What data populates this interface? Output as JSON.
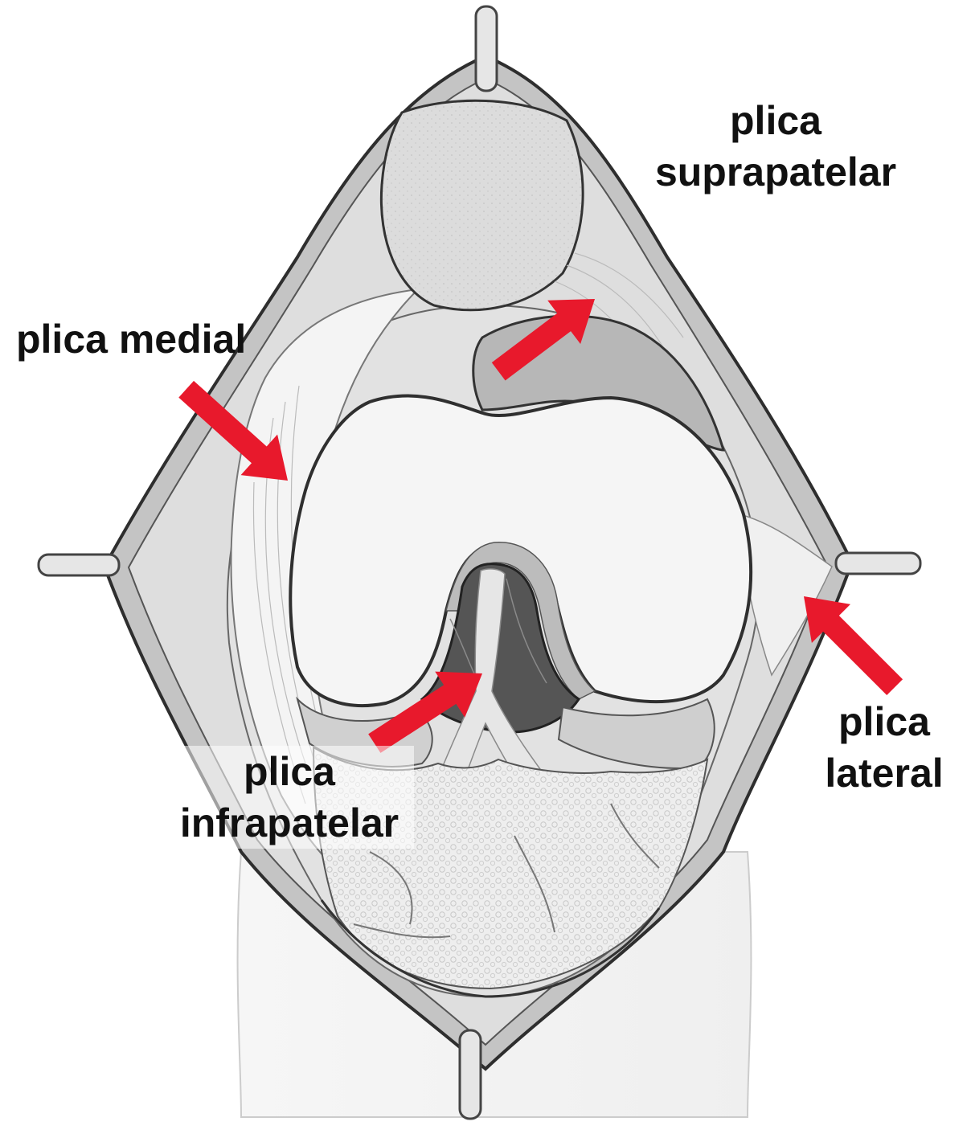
{
  "labels": {
    "suprapatelar": [
      "plica",
      "suprapatelar"
    ],
    "medial": [
      "plica medial"
    ],
    "infrapatelar": [
      "plica",
      "infrapatelar"
    ],
    "lateral": [
      "plica",
      "lateral"
    ]
  },
  "colors": {
    "arrow": "#e8192c",
    "outline": "#333333",
    "capsule": "#b9b9b9",
    "femur": "#f3f3f3",
    "patella": "#d9d9d9",
    "notch": "#555555",
    "fat_pad": "#e9e9e9"
  }
}
